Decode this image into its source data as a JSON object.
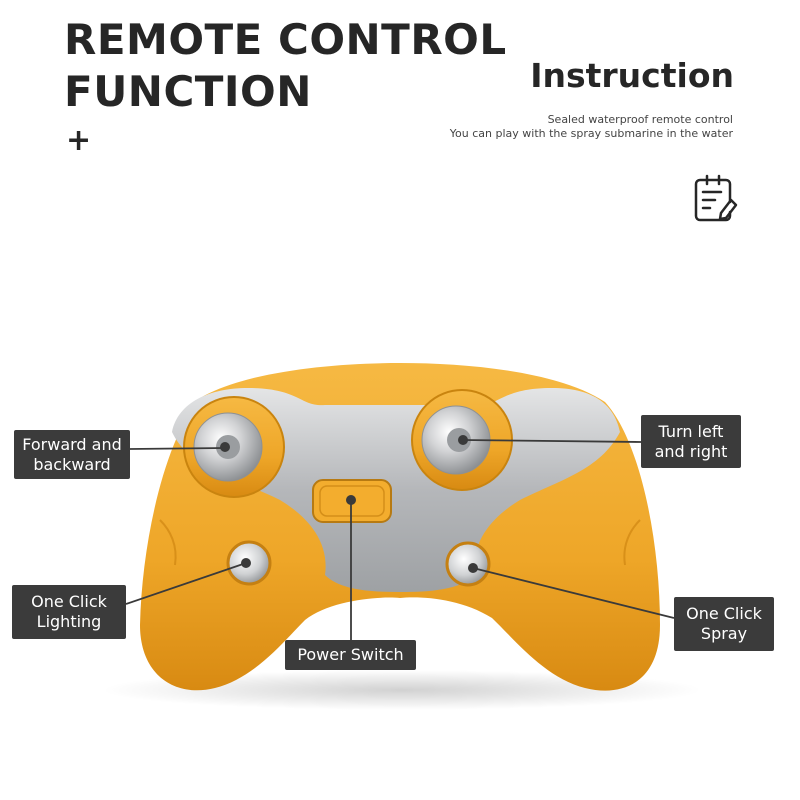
{
  "header": {
    "title": "REMOTE CONTROL\nFUNCTION",
    "plus": "+",
    "instruction_title": "Instruction",
    "instruction_lines": [
      "Sealed waterproof remote control",
      "You can play with the spray submarine in the water"
    ],
    "doc_icon": "document-edit-icon"
  },
  "labels": {
    "forward": "Forward and\nbackward",
    "turn": "Turn left\nand right",
    "lighting": "One Click\nLighting",
    "power": "Power Switch",
    "spray": "One Click\nSpray"
  },
  "colors": {
    "body_orange": "#f0a92c",
    "silver": "#bfc1c3",
    "label_bg": "#3b3b3b",
    "title_text": "#262626"
  }
}
